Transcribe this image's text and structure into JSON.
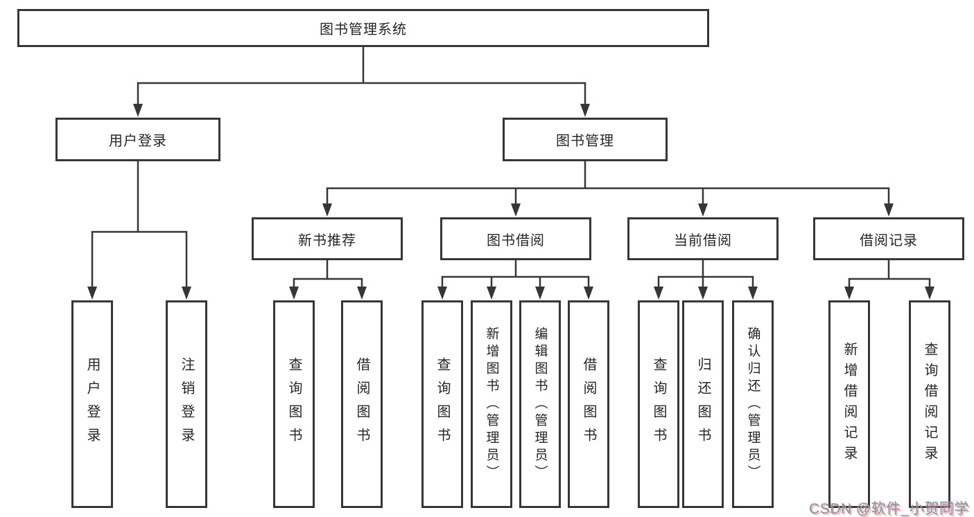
{
  "diagram": {
    "root": "图书管理系统",
    "level2": [
      {
        "label": "用户登录",
        "leaves": [
          "用户登录",
          "注销登录"
        ]
      },
      {
        "label": "图书管理",
        "children": [
          {
            "label": "新书推荐",
            "leaves": [
              "查询图书",
              "借阅图书"
            ]
          },
          {
            "label": "图书借阅",
            "leaves": [
              "查询图书",
              "新增图书（管理员）",
              "编辑图书（管理员）",
              "借阅图书"
            ]
          },
          {
            "label": "当前借阅",
            "leaves": [
              "查询图书",
              "归还图书",
              "确认归还（管理员）"
            ]
          },
          {
            "label": "借阅记录",
            "leaves": [
              "新增借阅记录",
              "查询借阅记录"
            ]
          }
        ]
      }
    ]
  },
  "watermark": "CSDN @软件_小贺同学",
  "colors": {
    "line": "#363636",
    "box_border": "#363636",
    "text": "#262626",
    "background": "#ffffff",
    "watermark_text": "#8f9399",
    "watermark_shadow": "#e87070"
  }
}
